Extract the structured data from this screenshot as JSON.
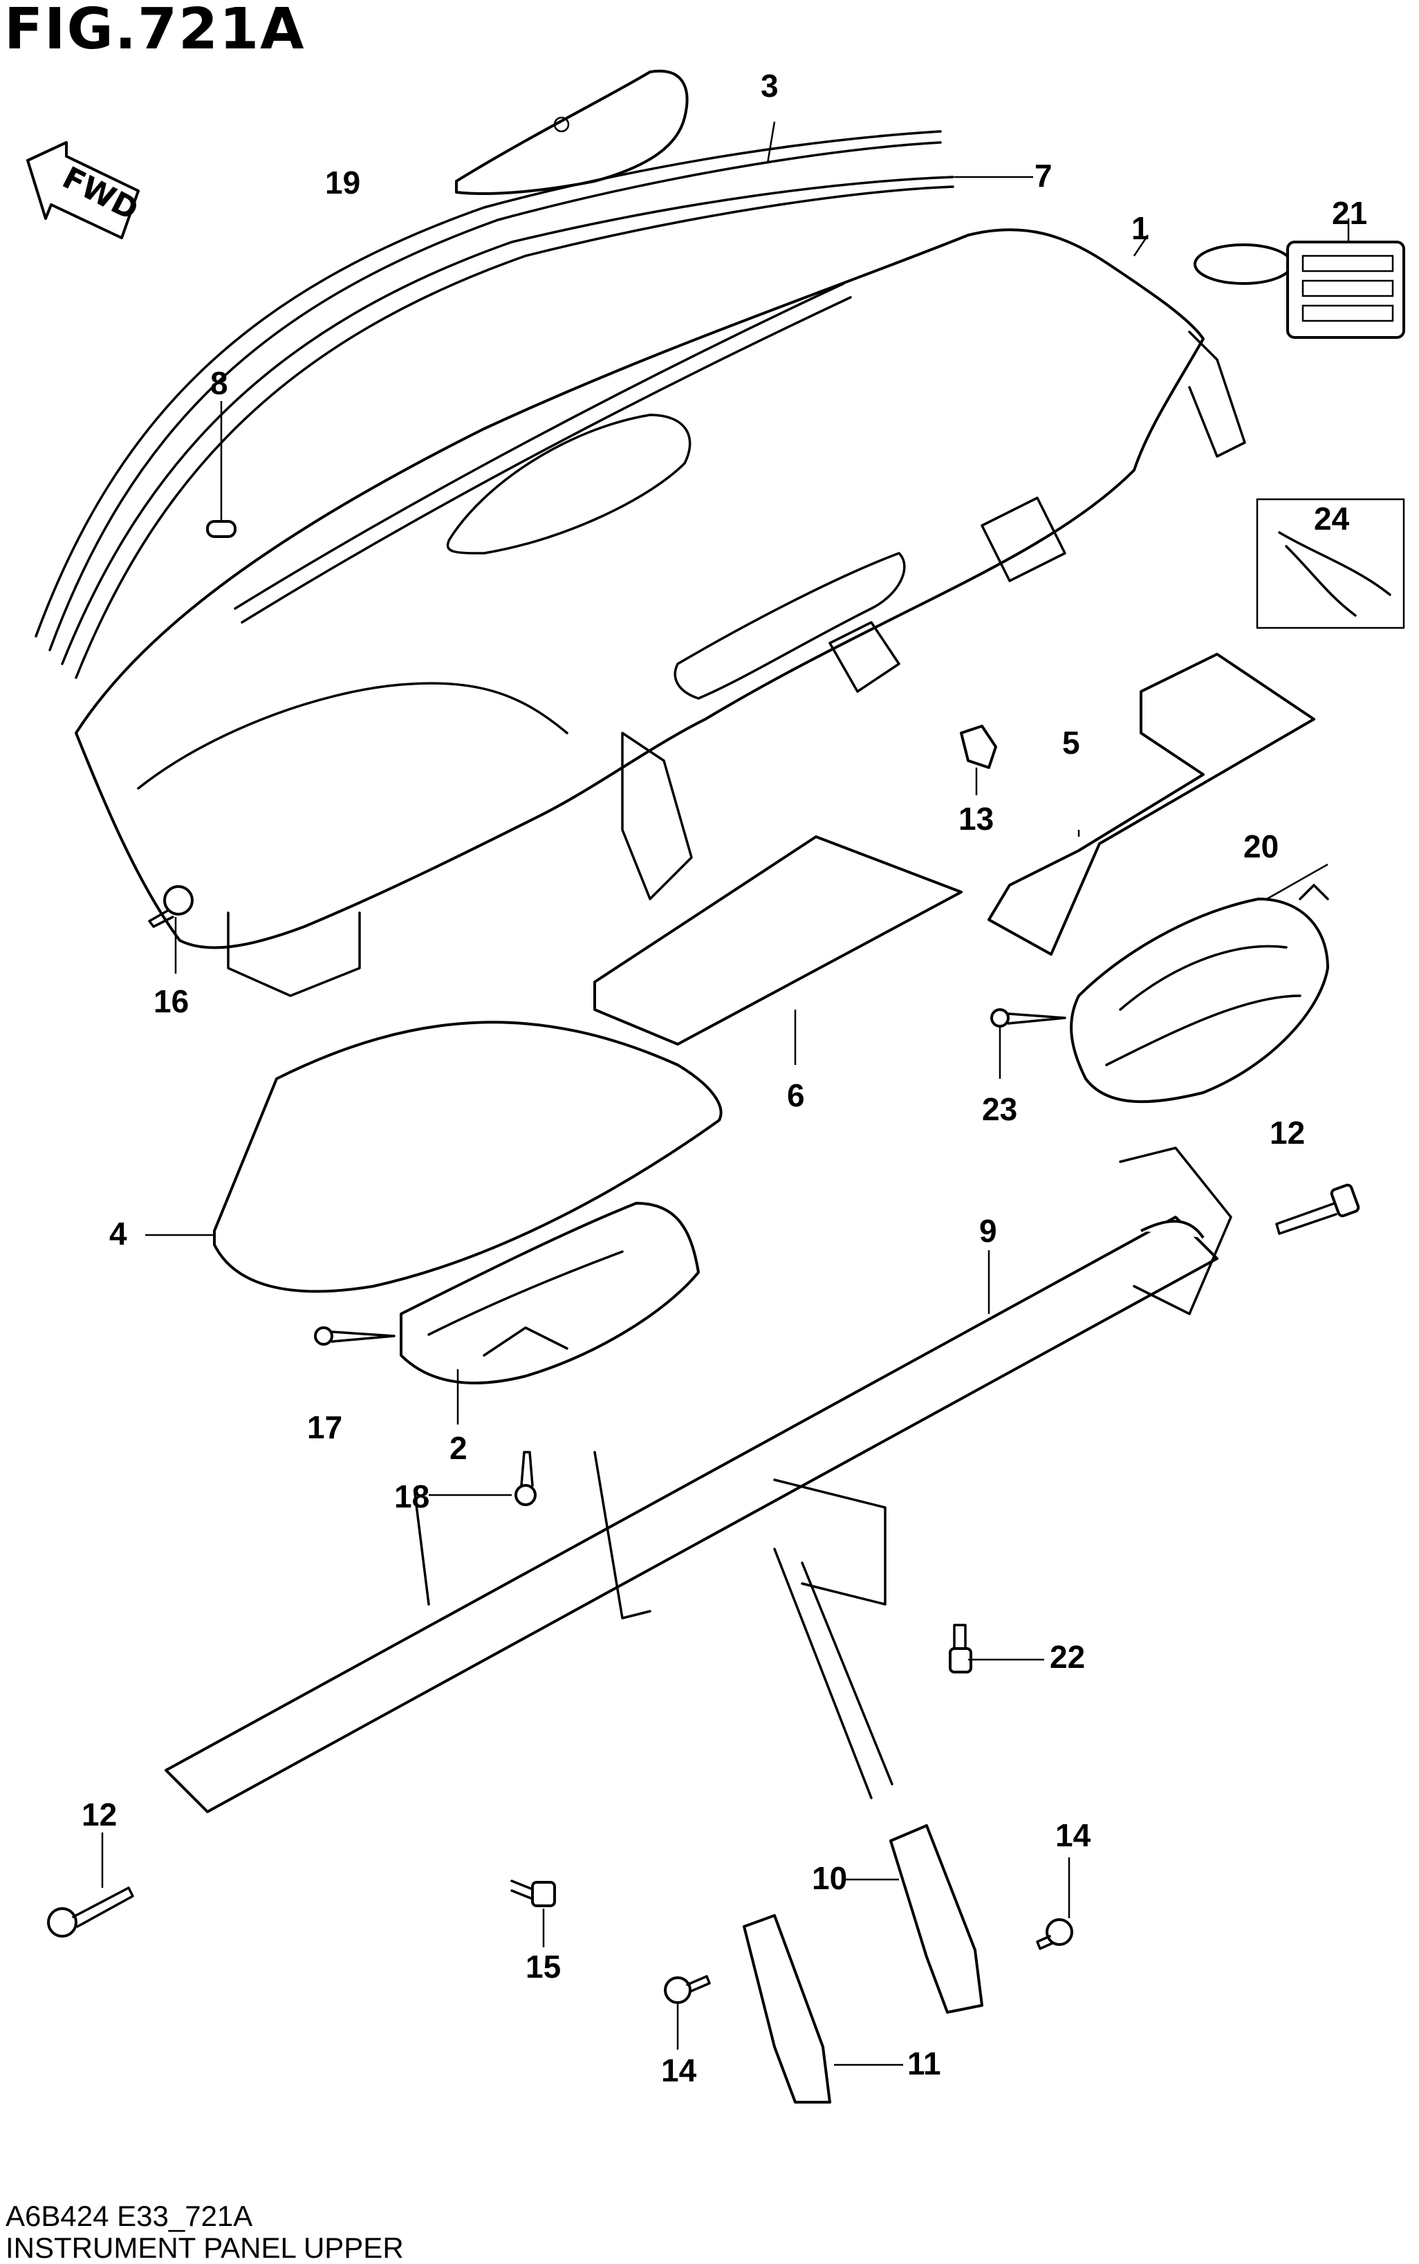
{
  "figure": {
    "title": "FIG.721A",
    "code": "A6B424 E33_721A",
    "name": "INSTRUMENT PANEL UPPER",
    "direction_label": "FWD"
  },
  "callouts": {
    "c1": "1",
    "c2": "2",
    "c3": "3",
    "c4": "4",
    "c5": "5",
    "c6": "6",
    "c7": "7",
    "c8": "8",
    "c9": "9",
    "c10": "10",
    "c11": "11",
    "c12a": "12",
    "c12b": "12",
    "c13": "13",
    "c14a": "14",
    "c14b": "14",
    "c15": "15",
    "c16": "16",
    "c17": "17",
    "c18": "18",
    "c19": "19",
    "c20": "20",
    "c21": "21",
    "c22": "22",
    "c23": "23",
    "c24": "24"
  }
}
